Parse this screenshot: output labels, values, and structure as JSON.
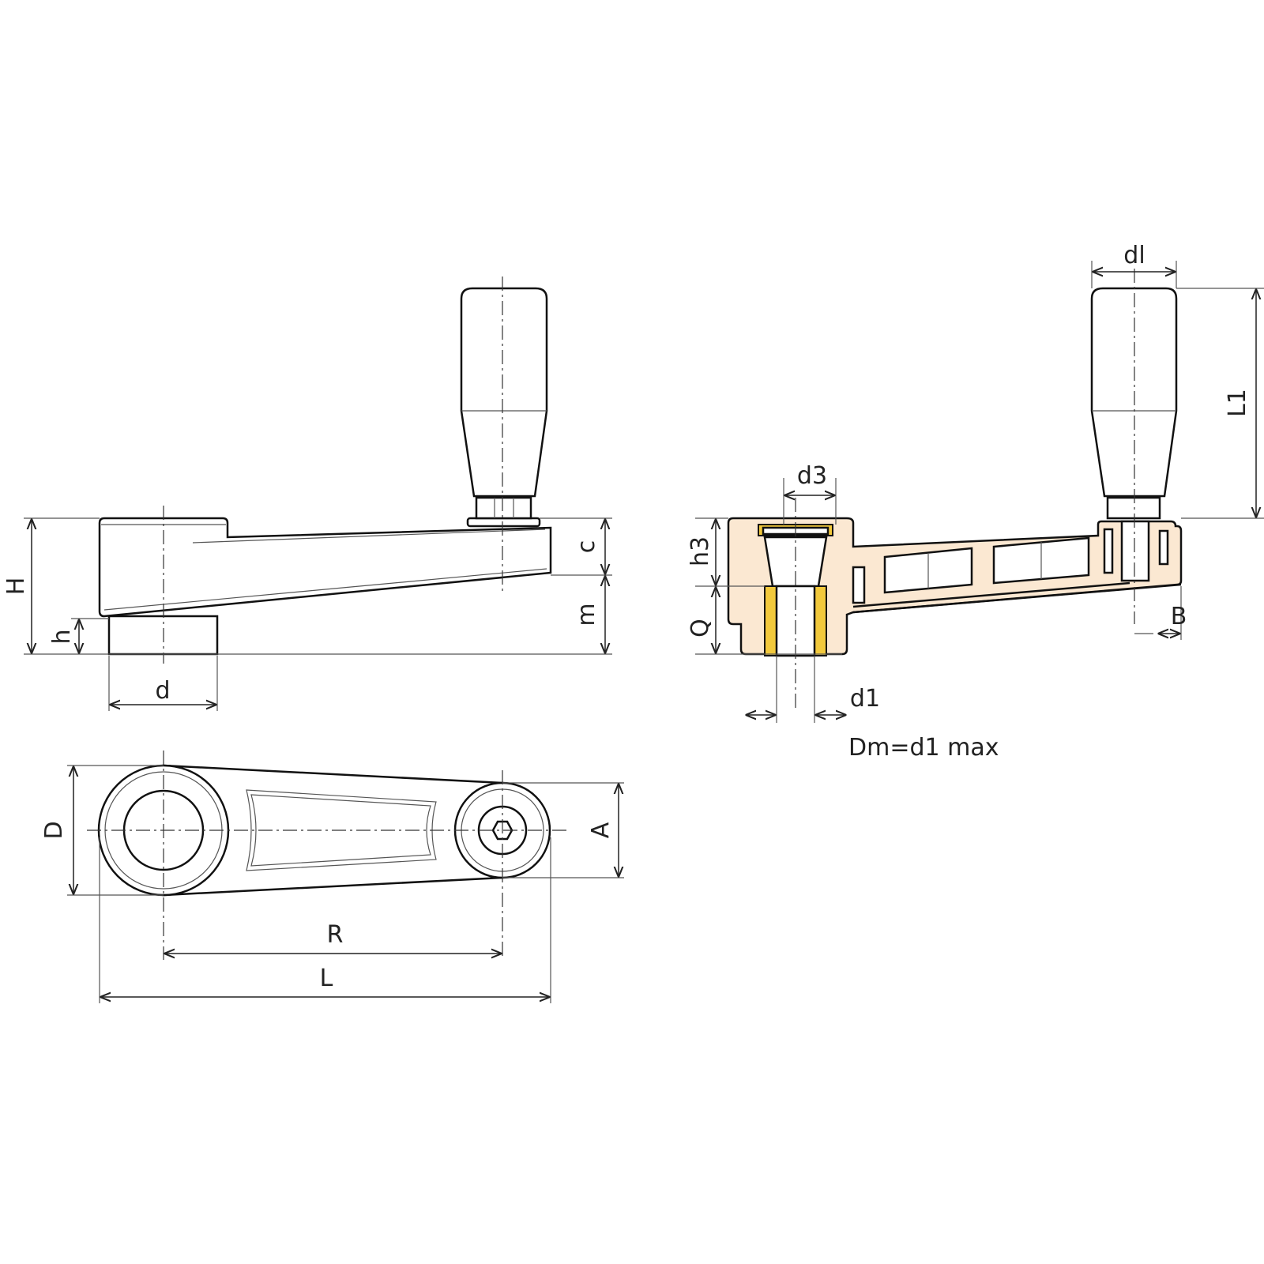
{
  "labels": {
    "side_H": "H",
    "side_h": "h",
    "side_c": "c",
    "side_m": "m",
    "side_d": "d",
    "top_D": "D",
    "top_A": "A",
    "top_R": "R",
    "top_L": "L",
    "sec_dl": "dl",
    "sec_L1": "L1",
    "sec_d3": "d3",
    "sec_h3": "h3",
    "sec_Q": "Q",
    "sec_B": "B",
    "sec_d1": "d1",
    "note": "Dm=d1 max"
  },
  "colors": {
    "section_body": "#fbe8d2",
    "bushing": "#f2c93c"
  }
}
